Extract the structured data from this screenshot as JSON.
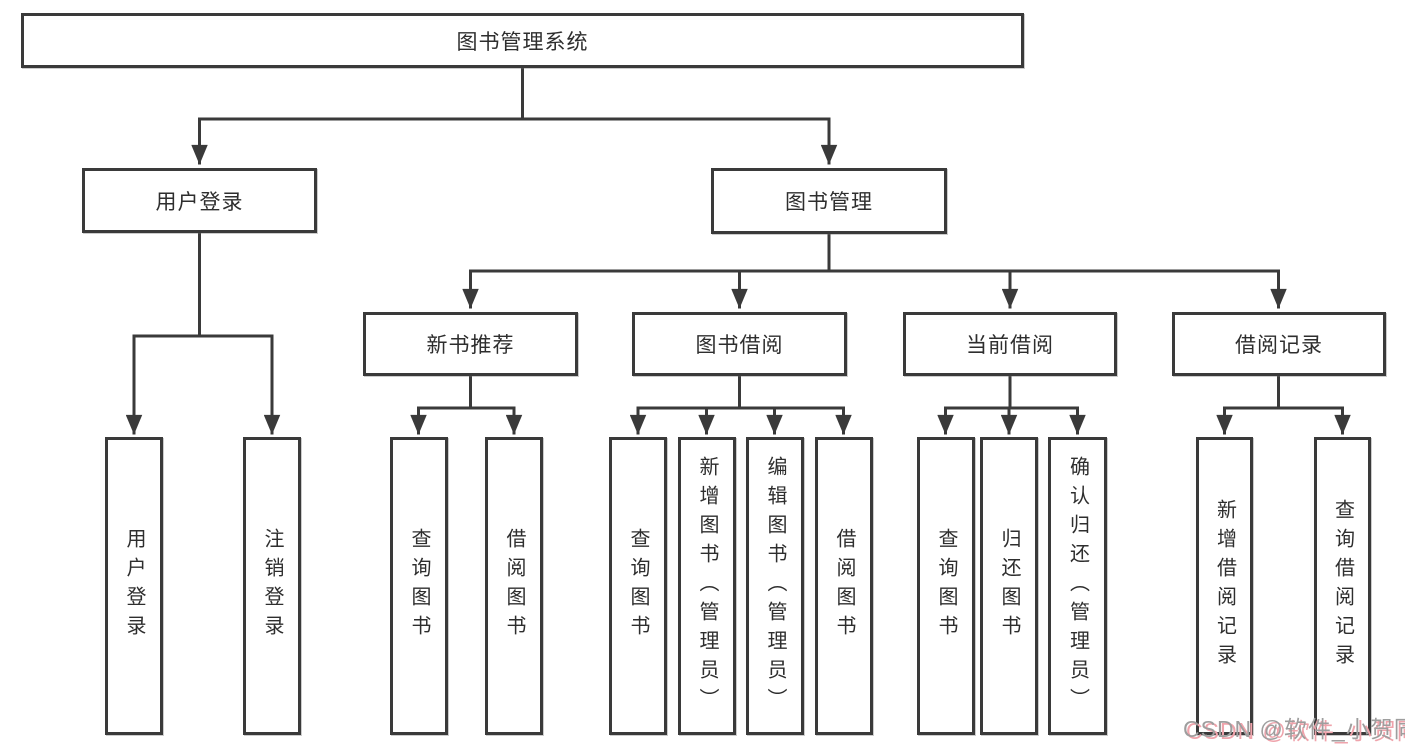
{
  "tree": {
    "root": {
      "label": "图书管理系统"
    },
    "children": [
      {
        "label": "用户登录",
        "children": [
          {
            "label": "用户登录"
          },
          {
            "label": "注销登录"
          }
        ]
      },
      {
        "label": "图书管理",
        "children": [
          {
            "label": "新书推荐",
            "children": [
              {
                "label": "查询图书"
              },
              {
                "label": "借阅图书"
              }
            ]
          },
          {
            "label": "图书借阅",
            "children": [
              {
                "label": "查询图书"
              },
              {
                "label": "新增图书（管理员）"
              },
              {
                "label": "编辑图书（管理员）"
              },
              {
                "label": "借阅图书"
              }
            ]
          },
          {
            "label": "当前借阅",
            "children": [
              {
                "label": "查询图书"
              },
              {
                "label": "归还图书"
              },
              {
                "label": "确认归还（管理员）"
              }
            ]
          },
          {
            "label": "借阅记录",
            "children": [
              {
                "label": "新增借阅记录"
              },
              {
                "label": "查询借阅记录"
              }
            ]
          }
        ]
      }
    ]
  },
  "watermark": {
    "text": "CSDN @软件_小贺同学"
  },
  "colors": {
    "line": "#3a3a3a",
    "box_border": "#3a3a3a",
    "text": "#2e2e2e",
    "watermark_gray": "#9e9e9e",
    "watermark_pink": "#efa3ab",
    "background": "#ffffff"
  }
}
